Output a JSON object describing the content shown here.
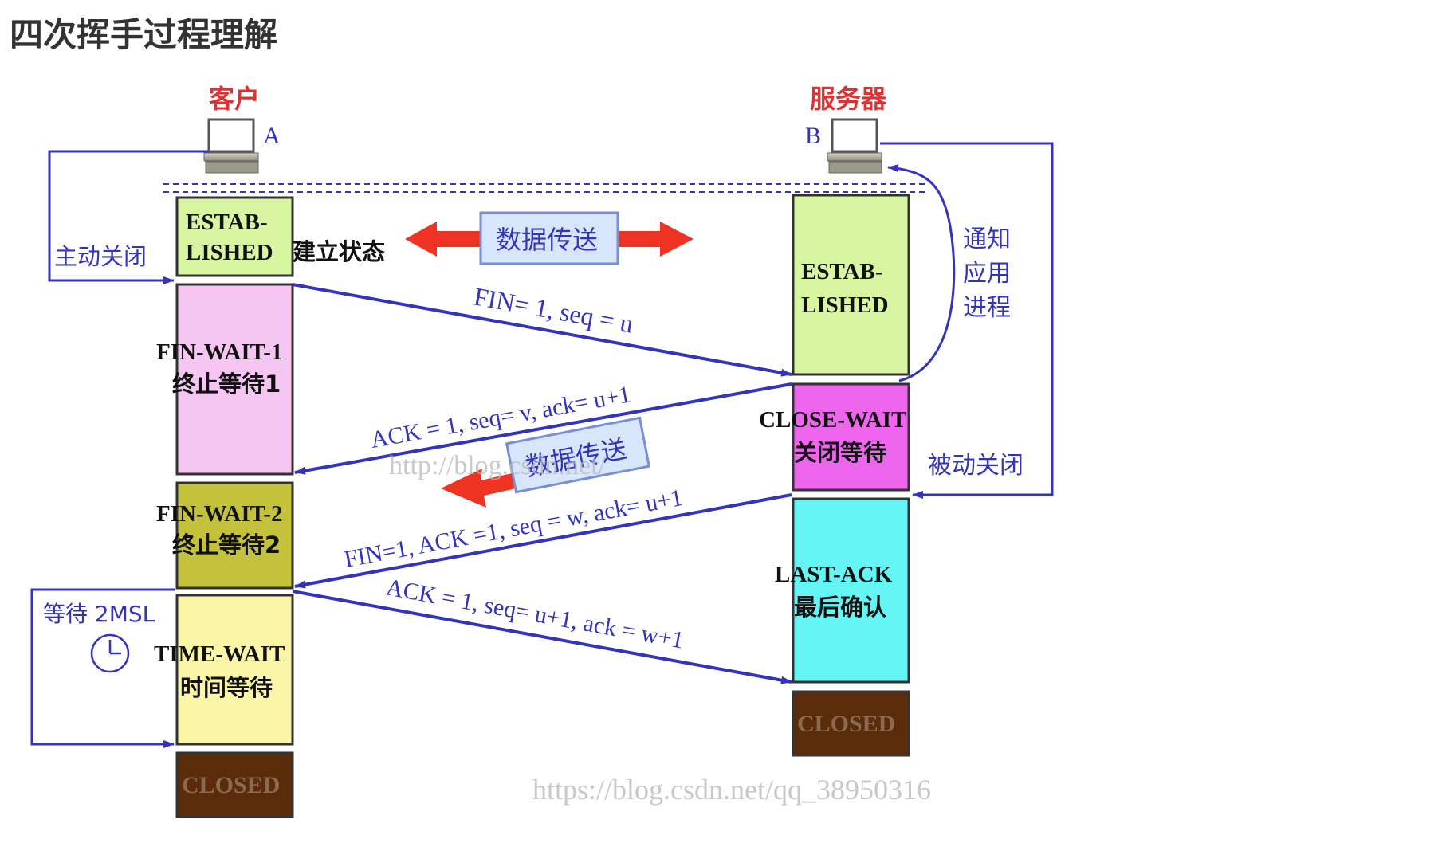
{
  "page_title": "四次挥手过程理解",
  "client": {
    "label": "客户",
    "letter": "A"
  },
  "server": {
    "label": "服务器",
    "letter": "B"
  },
  "client_states": {
    "established_1": "ESTAB-",
    "established_2": "LISHED",
    "established_suffix": "建立状态",
    "fin_wait_1_en": "FIN-WAIT-1",
    "fin_wait_1_cn": "终止等待1",
    "fin_wait_2_en": "FIN-WAIT-2",
    "fin_wait_2_cn": "终止等待2",
    "time_wait_en": "TIME-WAIT",
    "time_wait_cn": "时间等待",
    "closed": "CLOSED"
  },
  "server_states": {
    "established_1": "ESTAB-",
    "established_2": "LISHED",
    "close_wait_en": "CLOSE-WAIT",
    "close_wait_cn": "关闭等待",
    "last_ack_en": "LAST-ACK",
    "last_ack_cn": "最后确认",
    "closed": "CLOSED"
  },
  "labels": {
    "active_close": "主动关闭",
    "passive_close": "被动关闭",
    "notify_1": "通知",
    "notify_2": "应用",
    "notify_3": "进程",
    "data_transfer": "数据传送",
    "wait_2msl": "等待 2MSL"
  },
  "messages": {
    "fin1": "FIN= 1, seq = u",
    "ack1": "ACK = 1, seq= v, ack= u+1",
    "fin2": "FIN=1, ACK =1, seq = w, ack= u+1",
    "ack2": "ACK = 1, seq= u+1, ack = w+1"
  },
  "watermarks": {
    "middle": "http://blog.csdn.net/",
    "bottom": "https://blog.csdn.net/qq_38950316"
  },
  "colors": {
    "established": "#d8f5a2",
    "fin_wait_1": "#f5c6f2",
    "fin_wait_2": "#c3c23a",
    "time_wait": "#fbf5a8",
    "closed": "#5a2c0a",
    "close_wait": "#ee66ee",
    "last_ack": "#66f5f5",
    "arrow_blue": "#3333bb",
    "label_red": "#e03030",
    "big_arrow_red": "#ee3322"
  }
}
